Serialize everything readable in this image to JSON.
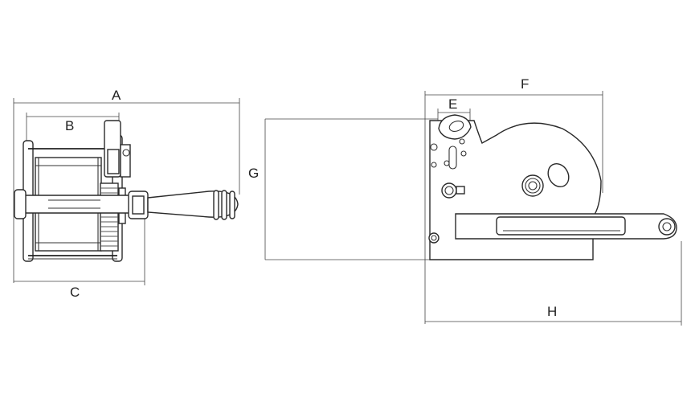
{
  "dimensions": {
    "a": "A",
    "b": "B",
    "c": "C",
    "e": "E",
    "f": "F",
    "g": "G",
    "h": "H"
  },
  "colors": {
    "line": "#333333",
    "background": "#ffffff"
  }
}
